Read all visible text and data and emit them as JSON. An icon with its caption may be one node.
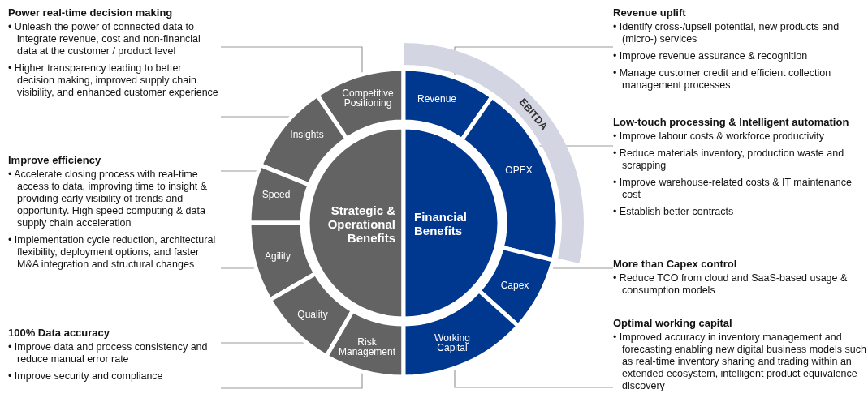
{
  "diagram": {
    "nodes": [
      {
        "text": [
          "Power real-time decision making",
          "• Unleash the power of connected data to integrate revenue, cost and non-financial data at the customer / product level",
          "• Higher transparency leading to better decision making, improved supply chain visibility, and enhanced customer experience"
        ]
      },
      {
        "text": [
          "Improve efficiency",
          "• Accelerate closing process with real-time access to data, improving time to insight & providing early visibility of trends and opportunity. High speed computing & data supply chain acceleration",
          "• Implementation cycle reduction, architectural flexibility, deployment options, and faster M&A integration and structural changes"
        ]
      },
      {
        "text": [
          "100% Data accuracy",
          "• Improve data and process consistency and reduce manual error rate",
          "• Improve security and compliance"
        ]
      },
      {
        "text": [
          "Competitive Positioning"
        ]
      },
      {
        "text": [
          "Insights"
        ]
      },
      {
        "text": [
          "Speed"
        ]
      },
      {
        "text": [
          "Agility"
        ]
      },
      {
        "text": [
          "Quality"
        ]
      },
      {
        "text": [
          "Risk Management"
        ]
      },
      {
        "text": [
          "Strategic & Operational Benefits"
        ]
      },
      {
        "text": [
          "Financial Benefits"
        ]
      },
      {
        "text": [
          "EBITDA"
        ]
      },
      {
        "text": [
          "Revenue"
        ]
      },
      {
        "text": [
          "OPEX"
        ]
      },
      {
        "text": [
          "Capex"
        ]
      },
      {
        "text": [
          "Working Capital"
        ]
      },
      {
        "text": [
          "Revenue uplift",
          "• Identify cross-/upsell potential, new products and (micro-) services",
          "• Improve revenue assurance & recognition",
          "• Manage customer credit and efficient collection management processes"
        ]
      },
      {
        "text": [
          "Low-touch processing & Intelligent automation",
          "• Improve labour costs & workforce productivity",
          "• Reduce materials inventory, production waste and scrapping",
          "• Improve warehouse-related costs & IT maintenance cost",
          "• Establish better contracts"
        ]
      },
      {
        "text": [
          "More than Capex control",
          "• Reduce TCO from cloud and SaaS-based usage & consumption models"
        ]
      },
      {
        "text": [
          "Optimal working capital",
          "• Improved accuracy in inventory management and forecasting enabling new digital business models such as real-time inventory sharing and trading within an extended ecosystem, intelligent product equivalence discovery"
        ]
      }
    ],
    "edges": [
      {
        "from": 0,
        "to": 3,
        "arrow": "none"
      },
      {
        "from": 0,
        "to": 4,
        "arrow": "none"
      },
      {
        "from": 1,
        "to": 5,
        "arrow": "none"
      },
      {
        "from": 1,
        "to": 6,
        "arrow": "none"
      },
      {
        "from": 2,
        "to": 7,
        "arrow": "none"
      },
      {
        "from": 2,
        "to": 8,
        "arrow": "none"
      },
      {
        "from": 16,
        "to": 12,
        "arrow": "none"
      },
      {
        "from": 17,
        "to": 13,
        "arrow": "none"
      },
      {
        "from": 18,
        "to": 14,
        "arrow": "none"
      },
      {
        "from": 19,
        "to": 15,
        "arrow": "none"
      }
    ]
  }
}
